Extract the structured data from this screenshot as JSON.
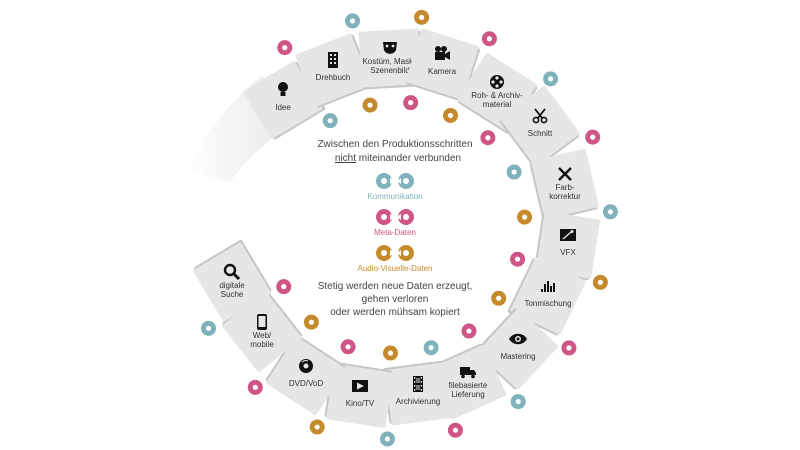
{
  "colors": {
    "kommunikation": "#7fb2ba",
    "meta": "#cf5586",
    "av": "#c58a2b",
    "tile": "#e6e6e6",
    "tile_shadow": "#c6c6c6",
    "text": "#333333"
  },
  "steps": [
    {
      "label": "Idee",
      "icon": "lightbulb-icon"
    },
    {
      "label": "Drehbuch",
      "icon": "building-icon"
    },
    {
      "label": "Kostüm, Maske\nSzenenbild",
      "icon": "theater-mask-icon"
    },
    {
      "label": "Kamera",
      "icon": "movie-camera-icon"
    },
    {
      "label": "Roh- & Archiv-\nmaterial",
      "icon": "film-reel-icon"
    },
    {
      "label": "Schnitt",
      "icon": "scissors-icon"
    },
    {
      "label": "Farb-\nkorrektur",
      "icon": "tools-icon"
    },
    {
      "label": "VFX",
      "icon": "magic-wand-icon"
    },
    {
      "label": "Tonmischung",
      "icon": "equalizer-icon"
    },
    {
      "label": "Mastering",
      "icon": "eye-icon"
    },
    {
      "label": "filebasierte\nLieferung",
      "icon": "truck-icon"
    },
    {
      "label": "Archivierung",
      "icon": "film-strip-icon"
    },
    {
      "label": "Kino/TV",
      "icon": "play-icon"
    },
    {
      "label": "DVD/VoD",
      "icon": "disc-icon"
    },
    {
      "label": "Web/\nmobile",
      "icon": "tablet-icon"
    },
    {
      "label": "digitale\nSuche",
      "icon": "magnifier-icon"
    }
  ],
  "center": {
    "heading_line1": "Zwischen den Produktionsschritten",
    "heading_line2_underlined": "nicht",
    "heading_line2_rest": " miteinander verbunden",
    "legend": [
      {
        "label": "Kommunikation",
        "type": "kommunikation"
      },
      {
        "label": "Meta-Daten",
        "type": "meta"
      },
      {
        "label": "Audio-Visuelle-Daten",
        "type": "av"
      }
    ],
    "footer": [
      "Stetig werden neue Daten erzeugt,",
      "gehen verloren",
      "oder werden mühsam kopiert"
    ]
  },
  "connector_pattern": [
    [
      "meta",
      "kommunikation"
    ],
    [
      "kommunikation",
      "av"
    ],
    [
      "av",
      "meta"
    ],
    [
      "meta",
      "av"
    ],
    [
      "kommunikation",
      "meta"
    ]
  ]
}
